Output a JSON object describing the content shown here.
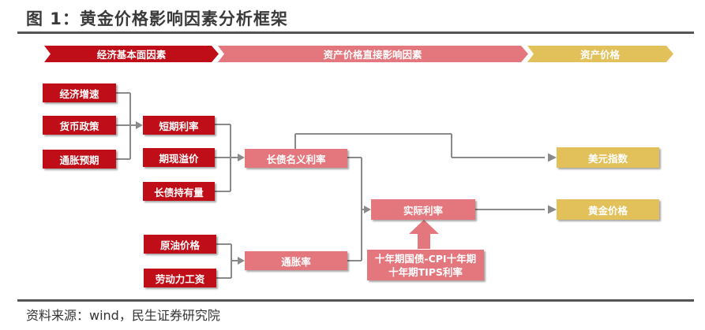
{
  "title": "图 1：黄金价格影响因素分析框架",
  "source": "资料来源：wind，民生证券研究院",
  "header": {
    "basic": "经济基本面因素",
    "direct": "资产价格直接影响因素",
    "asset": "资产价格"
  },
  "nodes": {
    "econ_growth": "经济增速",
    "monetary_policy": "货币政策",
    "inflation_expectation": "通胀预期",
    "short_rate": "短期利率",
    "term_premium": "期现溢价",
    "long_holdings": "长债持有量",
    "crude_oil": "原油价格",
    "labor_wage": "劳动力工资",
    "long_nominal_rate": "长债名义利率",
    "inflation": "通胀率",
    "real_rate": "实际利率",
    "tips_line1": "十年期国债-CPI十年期",
    "tips_line2": "十年期TIPS利率",
    "usd_index": "美元指数",
    "gold_price": "黄金价格"
  },
  "colors": {
    "dark_red": "#c00e19",
    "pink": "#e3777d",
    "gold": "#e2c15b",
    "connector": "#8a8a8a"
  }
}
